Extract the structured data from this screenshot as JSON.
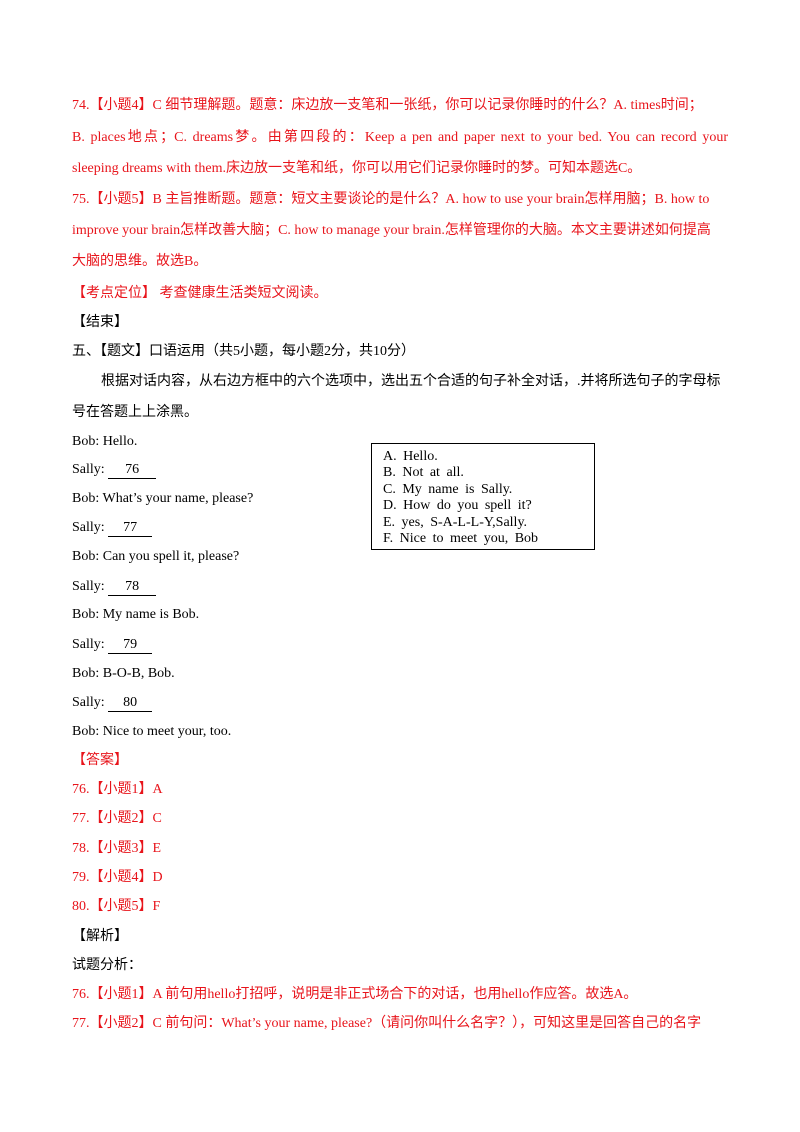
{
  "lines": {
    "l1": "74.【小题4】C 细节理解题。题意：床边放一支笔和一张纸，你可以记录你睡时的什么？A. times时间；",
    "l2": "B. places地点；C. dreams梦。由第四段的：Keep a pen and paper next to your bed. You can record your",
    "l3": "sleeping dreams with them.床边放一支笔和纸，你可以用它们记录你睡时的梦。可知本题选C。",
    "l4": "75.【小题5】B 主旨推断题。题意：短文主要谈论的是什么？A. how to use your brain怎样用脑；B. how to",
    "l5": "improve your brain怎样改善大脑；C. how to manage your brain.怎样管理你的大脑。本文主要讲述如何提高",
    "l6": "大脑的思维。故选B。",
    "l7": "【考点定位】 考查健康生活类短文阅读。",
    "l8": "【结束】",
    "l9": "五、【题文】口语运用（共5小题，每小题2分，共10分）",
    "l10": "根据对话内容，从右边方框中的六个选项中，选出五个合适的句子补全对话，.并将所选句子的字母标",
    "l11": "号在答题上上涂黑。"
  },
  "dialogue": {
    "d1": "Bob: Hello.",
    "d2_prefix": "Sally: ",
    "d2_blank": "76",
    "d3": "Bob: What’s your name, please?",
    "d4_prefix": "Sally: ",
    "d4_blank": "77",
    "d5": "Bob: Can you spell it, please?",
    "d6_prefix": "Sally: ",
    "d6_blank": "78",
    "d7": "Bob: My name is Bob.",
    "d8_prefix": "Sally: ",
    "d8_blank": "79",
    "d9": "Bob: B-O-B, Bob.",
    "d10_prefix": "Sally: ",
    "d10_blank": "80",
    "d11": "Bob: Nice to meet your, too."
  },
  "options": [
    "A. Hello.",
    "B. Not at all.",
    "C. My name is Sally.",
    "D. How do you spell it?",
    "E. yes, S-A-L-L-Y,Sally.",
    "F. Nice to meet you, Bob"
  ],
  "answer": {
    "heading": "【答案】",
    "a1": "76.【小题1】A",
    "a2": "77.【小题2】C",
    "a3": "78.【小题3】E",
    "a4": "79.【小题4】D",
    "a5": "80.【小题5】F"
  },
  "analysis": {
    "heading": "【解析】",
    "sub": "试题分析：",
    "e1": "76.【小题1】A 前句用hello打招呼，说明是非正式场合下的对话，也用hello作应答。故选A。",
    "e2": "77.【小题2】C 前句问：What’s your name, please?（请问你叫什么名字？），可知这里是回答自己的名字"
  },
  "colors": {
    "red": "#e8141b",
    "black": "#000000"
  }
}
